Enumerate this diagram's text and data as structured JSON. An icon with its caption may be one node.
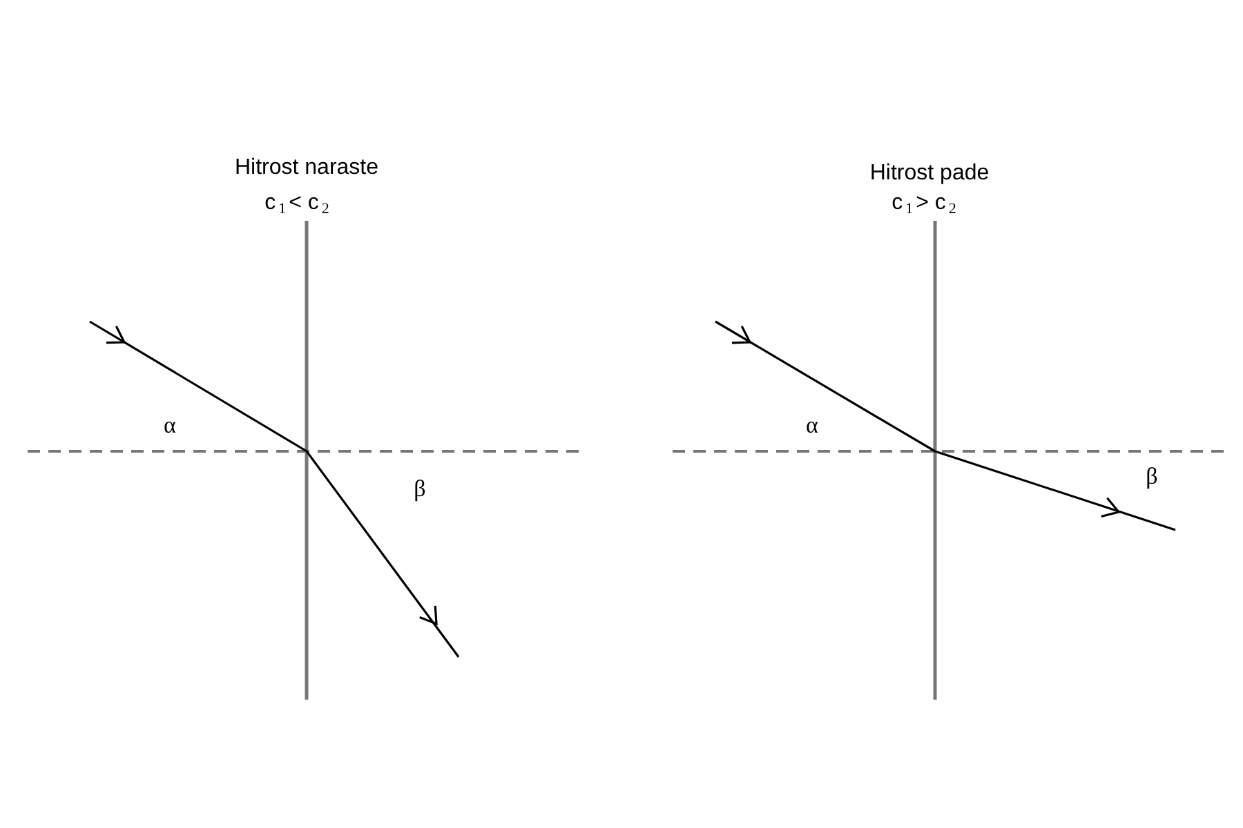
{
  "diagram": {
    "labels": [
      "Hitrost naraste",
      "c$_{1}$< c$_{2}$",
      "α",
      "β",
      "Hitrost pade",
      "c$_{1}$> c$_{2}$",
      "α",
      "β"
    ]
  }
}
